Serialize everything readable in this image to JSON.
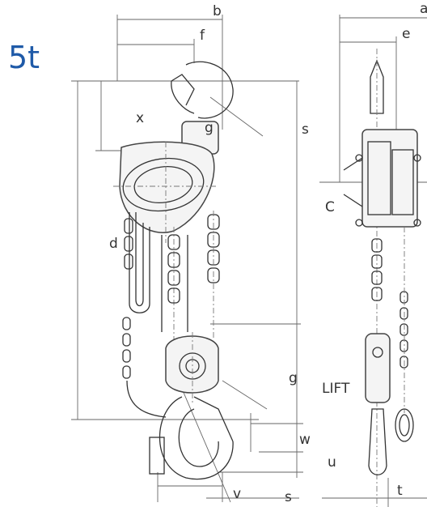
{
  "capacity_label": "5t",
  "colors": {
    "capacity": "#1f5aa8",
    "line": "#555555",
    "text": "#333333"
  },
  "dimension_labels": {
    "b": "b",
    "f": "f",
    "x": "x",
    "g_top": "g",
    "s_right": "s",
    "d": "d",
    "g_mid": "g",
    "w": "w",
    "v": "v",
    "s_bottom": "s",
    "a": "a",
    "e": "e",
    "C": "C",
    "lift": "LIFT",
    "u": "u",
    "t": "t"
  }
}
